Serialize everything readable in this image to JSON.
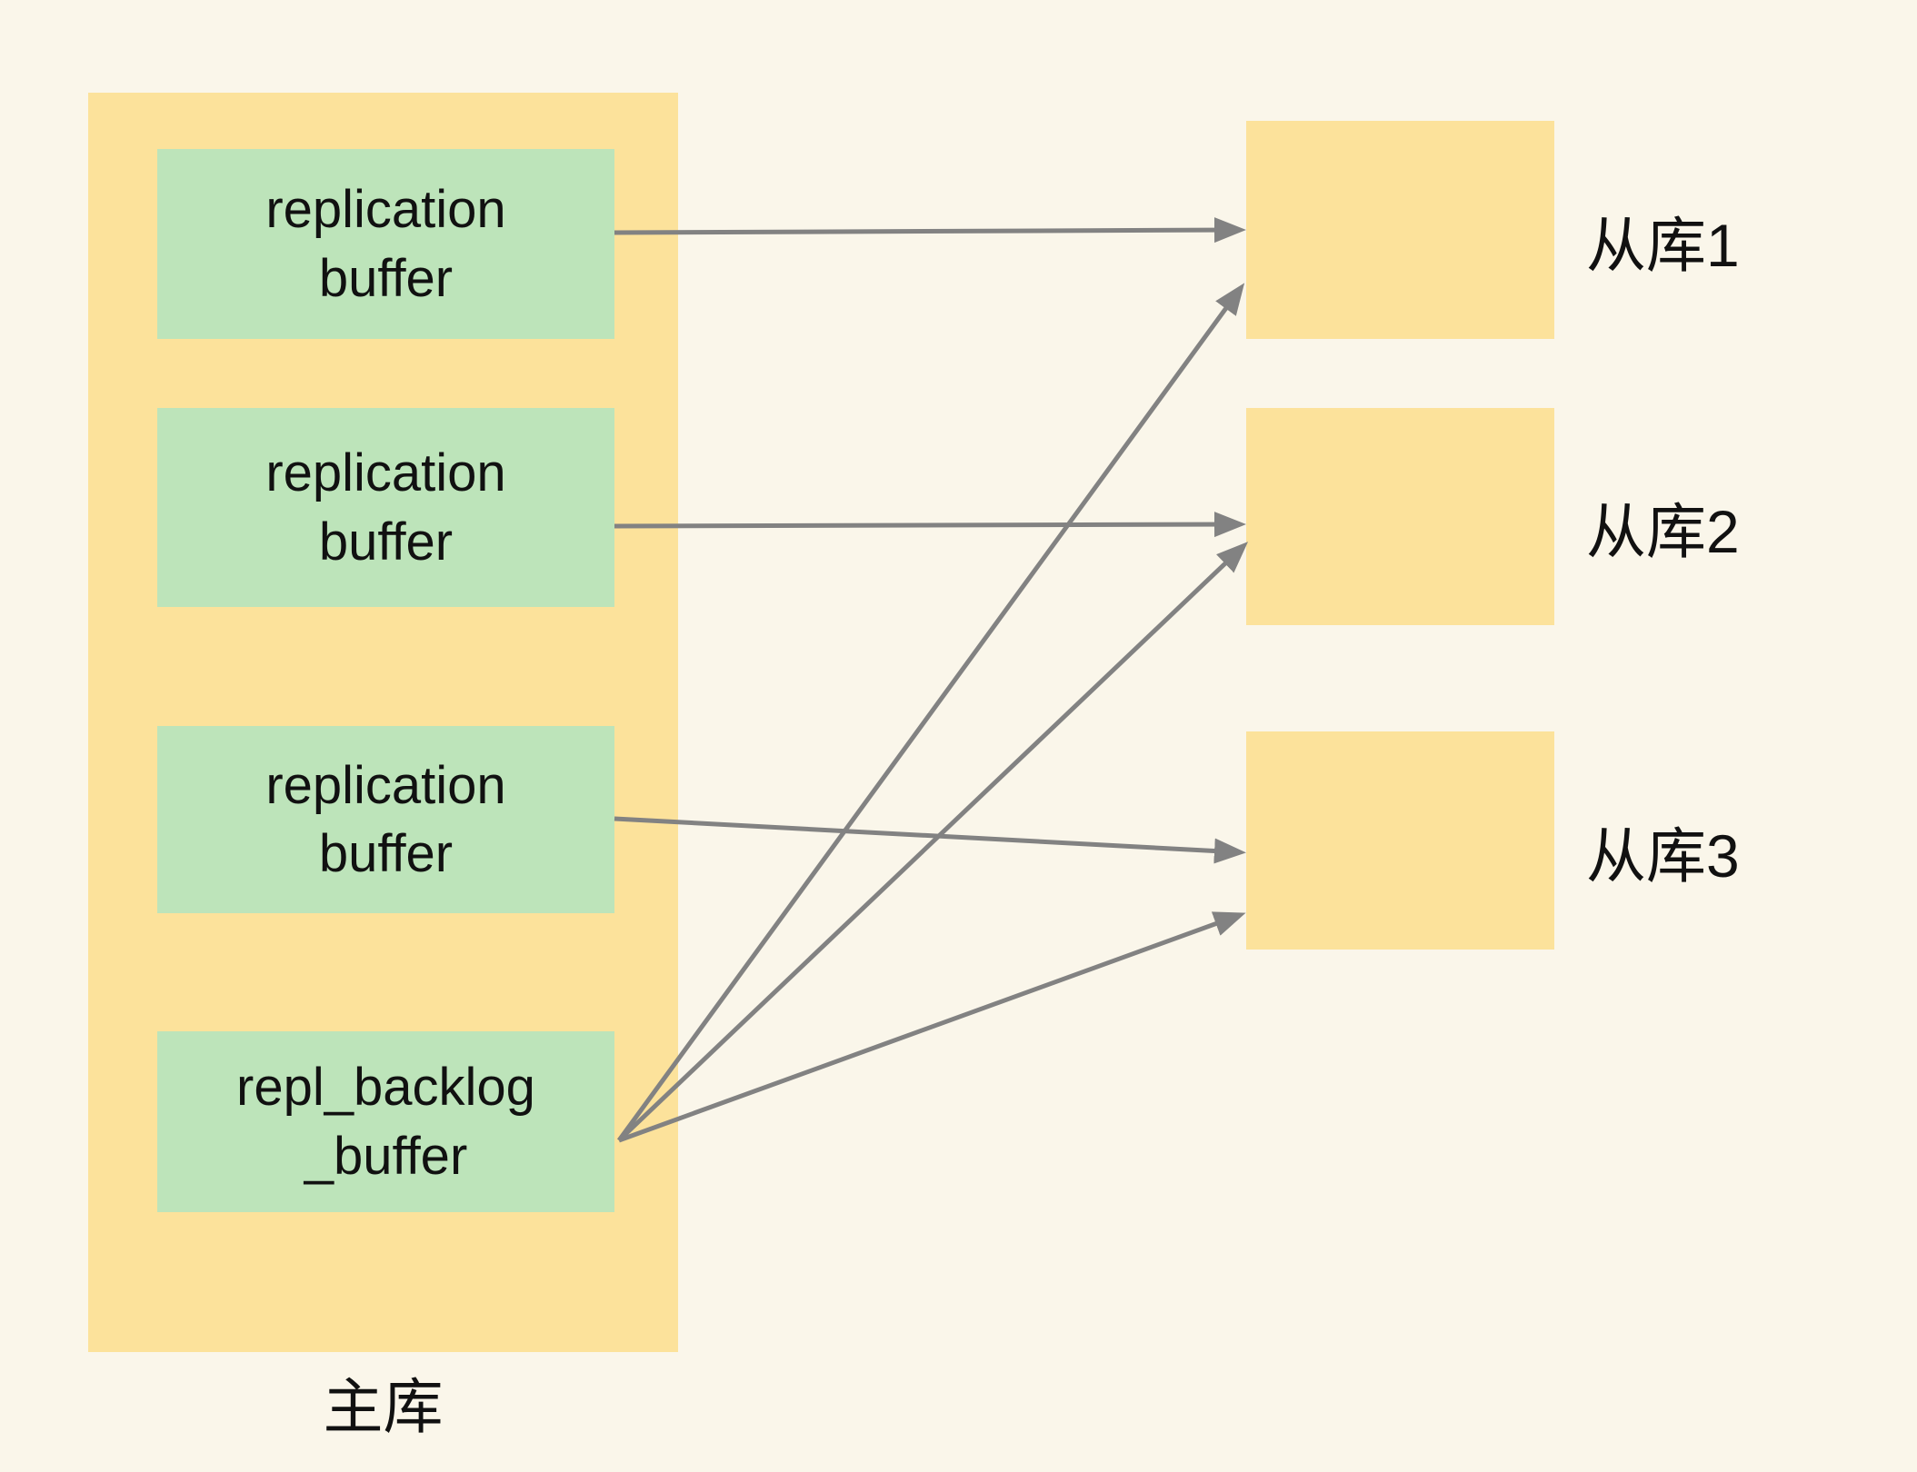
{
  "page": {
    "background_color": "#FAF6EA",
    "node_yellow": "#FCE29B",
    "node_green": "#BDE4BA",
    "arrow_color": "#828282",
    "text_color": "#111111"
  },
  "master": {
    "label": "主库",
    "buffers": [
      {
        "id": "replication-buffer-1",
        "line1": "replication",
        "line2": "buffer"
      },
      {
        "id": "replication-buffer-2",
        "line1": "replication",
        "line2": "buffer"
      },
      {
        "id": "replication-buffer-3",
        "line1": "replication",
        "line2": "buffer"
      },
      {
        "id": "repl-backlog-buffer",
        "line1": "repl_backlog",
        "line2": "_buffer"
      }
    ]
  },
  "slaves": [
    {
      "id": "slave-1",
      "label": "从库1"
    },
    {
      "id": "slave-2",
      "label": "从库2"
    },
    {
      "id": "slave-3",
      "label": "从库3"
    }
  ],
  "connections": [
    {
      "from": "replication-buffer-1",
      "to": "slave-1"
    },
    {
      "from": "replication-buffer-2",
      "to": "slave-2"
    },
    {
      "from": "replication-buffer-3",
      "to": "slave-3"
    },
    {
      "from": "repl-backlog-buffer",
      "to": "slave-1"
    },
    {
      "from": "repl-backlog-buffer",
      "to": "slave-2"
    },
    {
      "from": "repl-backlog-buffer",
      "to": "slave-3"
    }
  ]
}
